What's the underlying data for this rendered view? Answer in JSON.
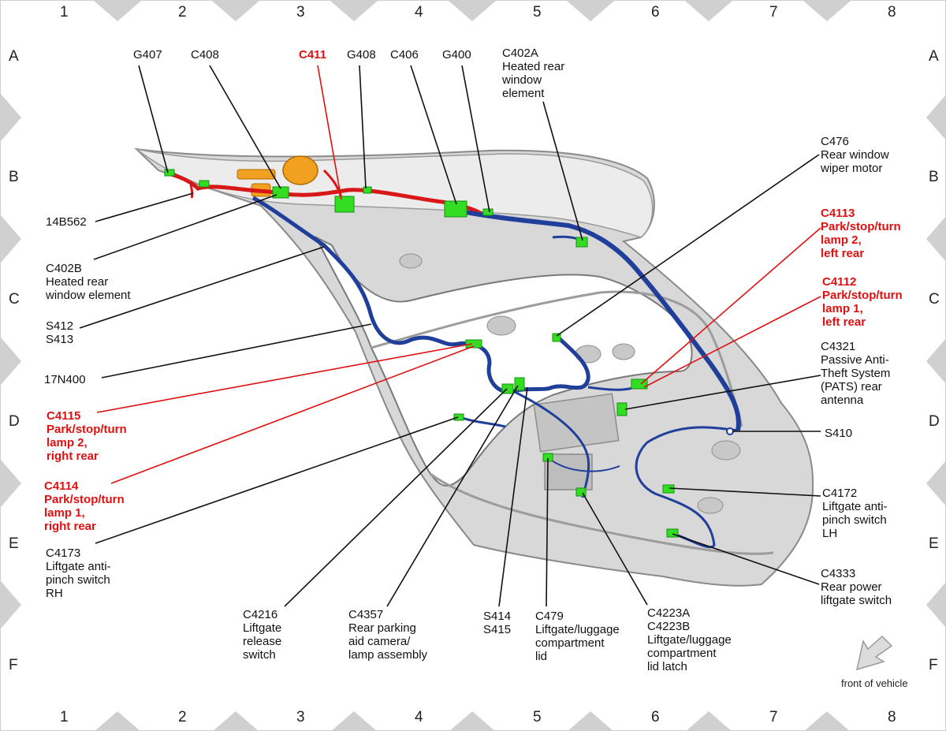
{
  "grid": {
    "columns": [
      "1",
      "2",
      "3",
      "4",
      "5",
      "6",
      "7",
      "8"
    ],
    "rows": [
      "A",
      "B",
      "C",
      "D",
      "E",
      "F"
    ]
  },
  "colors": {
    "leader_black": "#111111",
    "leader_red": "#e01010",
    "harness_blue": "#1f3f9a",
    "harness_red": "#d81818",
    "connector_green": "#33dd22",
    "panel_gray": "#d6d6d6"
  },
  "labels": {
    "g407": "G407",
    "c408": "C408",
    "c411": "C411",
    "g408": "G408",
    "c406": "C406",
    "g400": "G400",
    "c402a": "C402A\nHeated rear\nwindow\nelement",
    "c476": "C476\nRear window\nwiper motor",
    "b14b562": "14B562",
    "c402b": "C402B\nHeated rear\nwindow element",
    "s412": "S412\nS413",
    "n17n400": "17N400",
    "c4115": "C4115\nPark/stop/turn\nlamp 2,\nright rear",
    "c4114": "C4114\nPark/stop/turn\nlamp 1,\nright rear",
    "c4173": "C4173\nLiftgate anti-\npinch switch\nRH",
    "c4216": "C4216\nLiftgate\nrelease\nswitch",
    "c4357": "C4357\nRear parking\naid camera/\nlamp assembly",
    "s414": "S414\nS415",
    "c479": "C479\nLiftgate/luggage\ncompartment\nlid",
    "c4223": "C4223A\nC4223B\nLiftgate/luggage\ncompartment\nlid latch",
    "c4113": "C4113\nPark/stop/turn\nlamp 2,\nleft rear",
    "c4112": "C4112\nPark/stop/turn\nlamp 1,\nleft rear",
    "c4321": "C4321\nPassive Anti-\nTheft System\n(PATS) rear\nantenna",
    "s410": "S410",
    "c4172": "C4172\nLiftgate anti-\npinch switch\nLH",
    "c4333": "C4333\nRear power\nliftgate switch"
  },
  "front_of_vehicle": "front of vehicle"
}
